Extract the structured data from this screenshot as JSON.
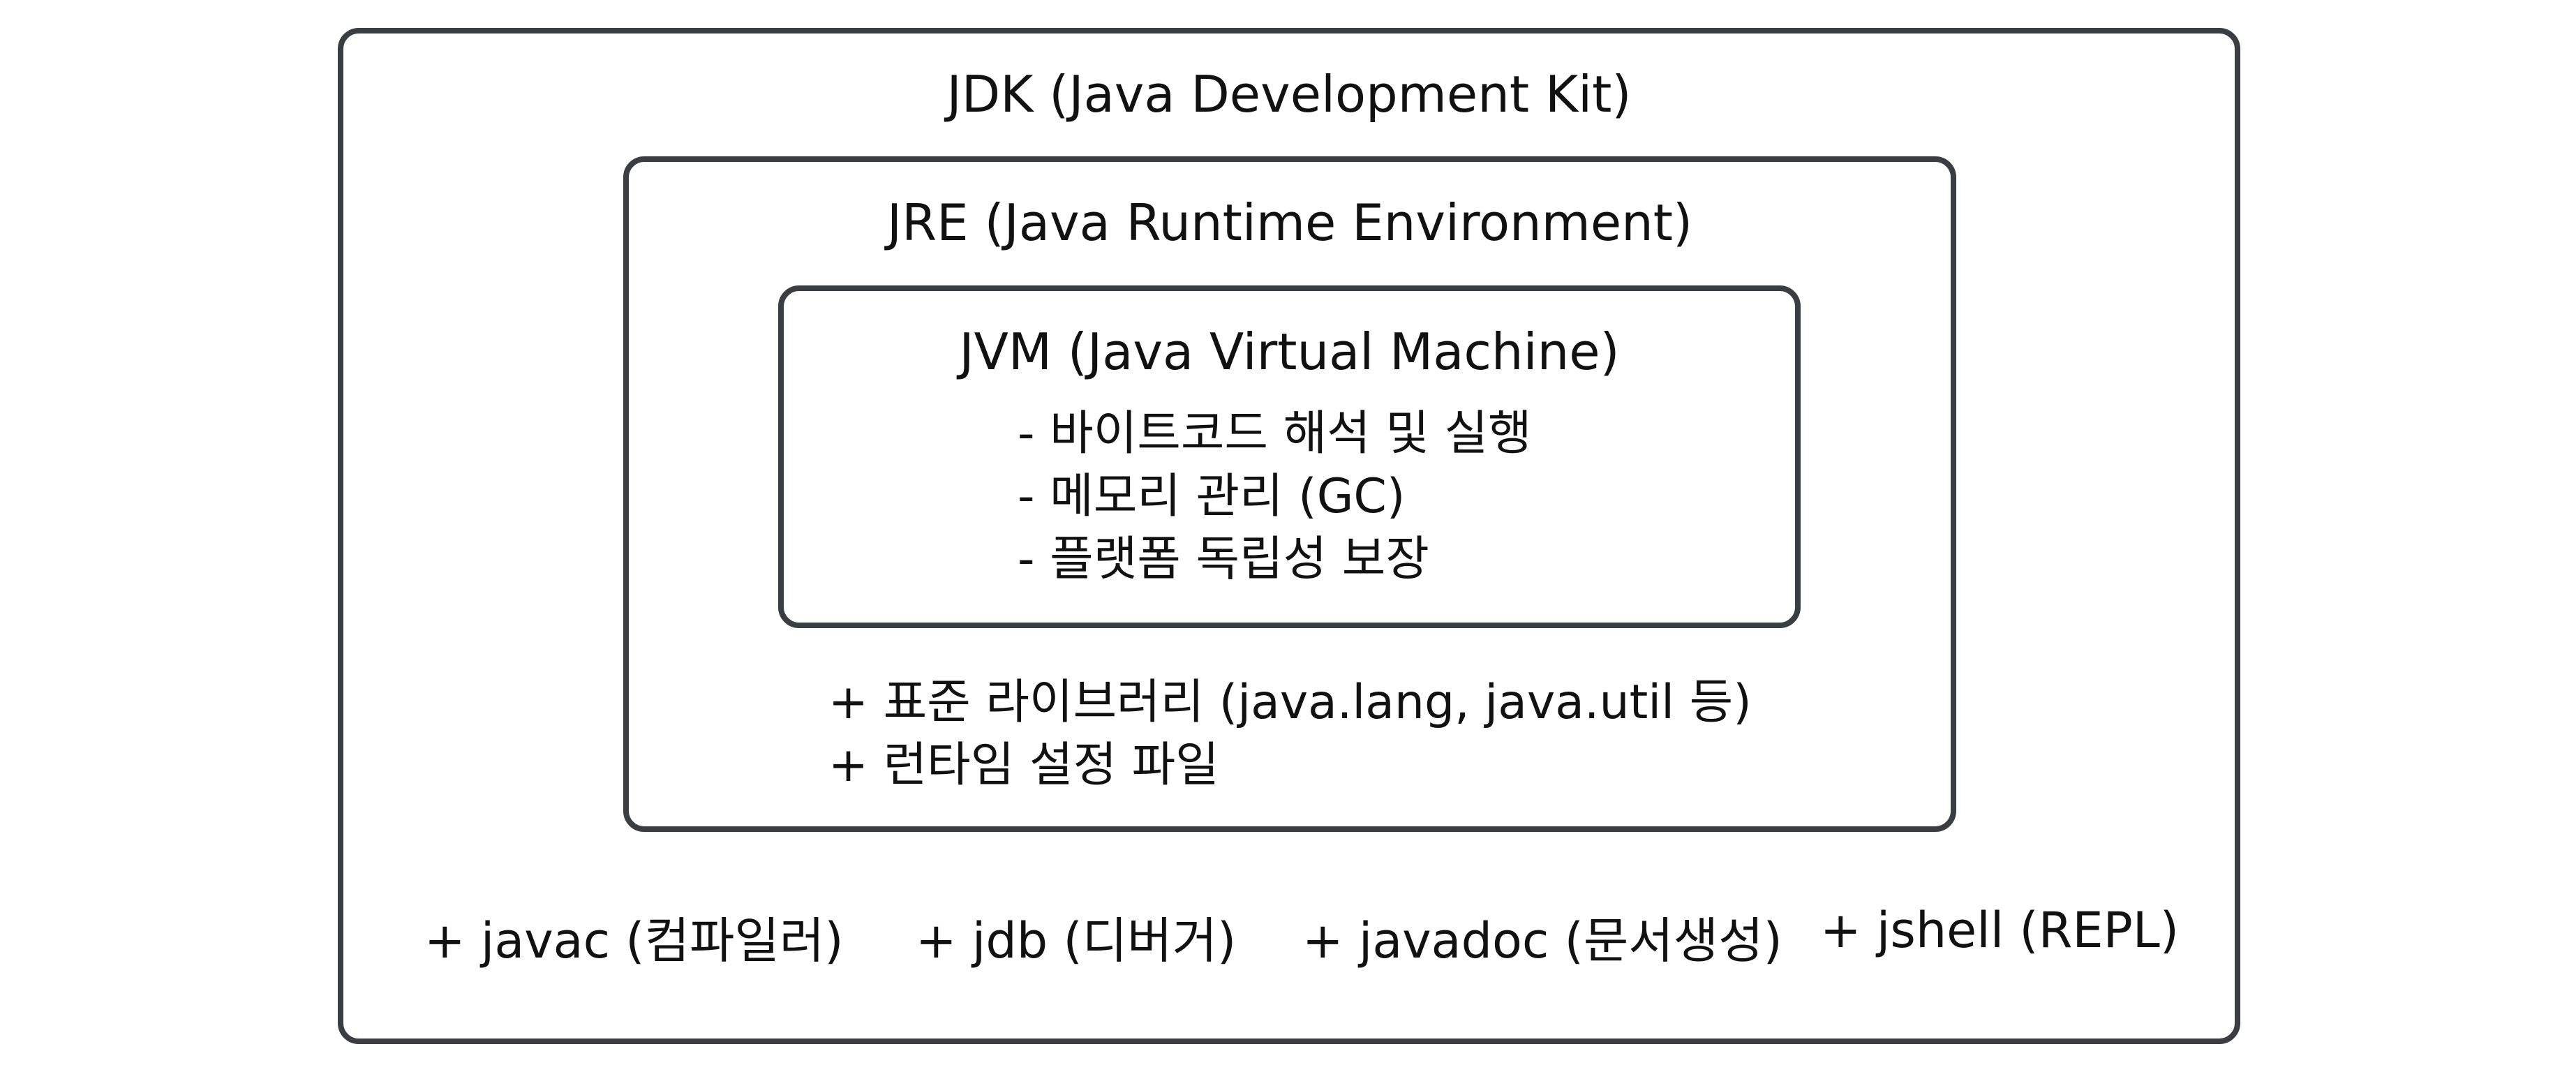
{
  "jdk": {
    "title": "JDK (Java Development Kit)",
    "tools": [
      "+ javac (컴파일러)",
      "+ jdb (디버거)",
      "+ javadoc (문서생성)",
      "+ jshell (REPL)"
    ]
  },
  "jre": {
    "title": "JRE (Java Runtime Environment)",
    "components": [
      "+ 표준 라이브러리 (java.lang, java.util 등)",
      "+ 런타임 설정 파일"
    ]
  },
  "jvm": {
    "title": "JVM (Java Virtual Machine)",
    "features": [
      "- 바이트코드 해석 및 실행",
      "- 메모리 관리 (GC)",
      "- 플랫폼 독립성 보장"
    ]
  }
}
